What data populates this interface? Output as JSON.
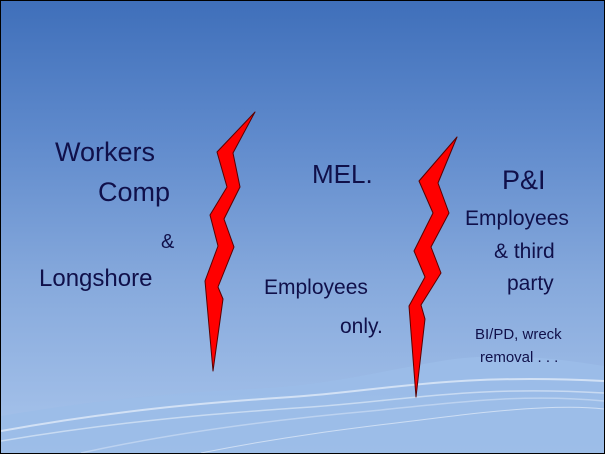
{
  "slide": {
    "columns": {
      "workers": {
        "line1": "Workers",
        "line2": "Comp",
        "amp": "&",
        "line3": "Longshore"
      },
      "mel": {
        "title": "MEL.",
        "sub1": "Employees",
        "sub2": "only."
      },
      "pi": {
        "title": "P&I",
        "sub1": "Employees",
        "sub2": "& third",
        "sub3": "party",
        "note1": "BI/PD, wreck",
        "note2": "removal . . ."
      }
    },
    "colors": {
      "text": "#10104a",
      "bolt": "#ff0000",
      "background_top": "#3f6fba",
      "background_bottom": "#a9c5ec"
    },
    "icons": [
      "lightning-bolt-icon",
      "lightning-bolt-icon"
    ]
  }
}
